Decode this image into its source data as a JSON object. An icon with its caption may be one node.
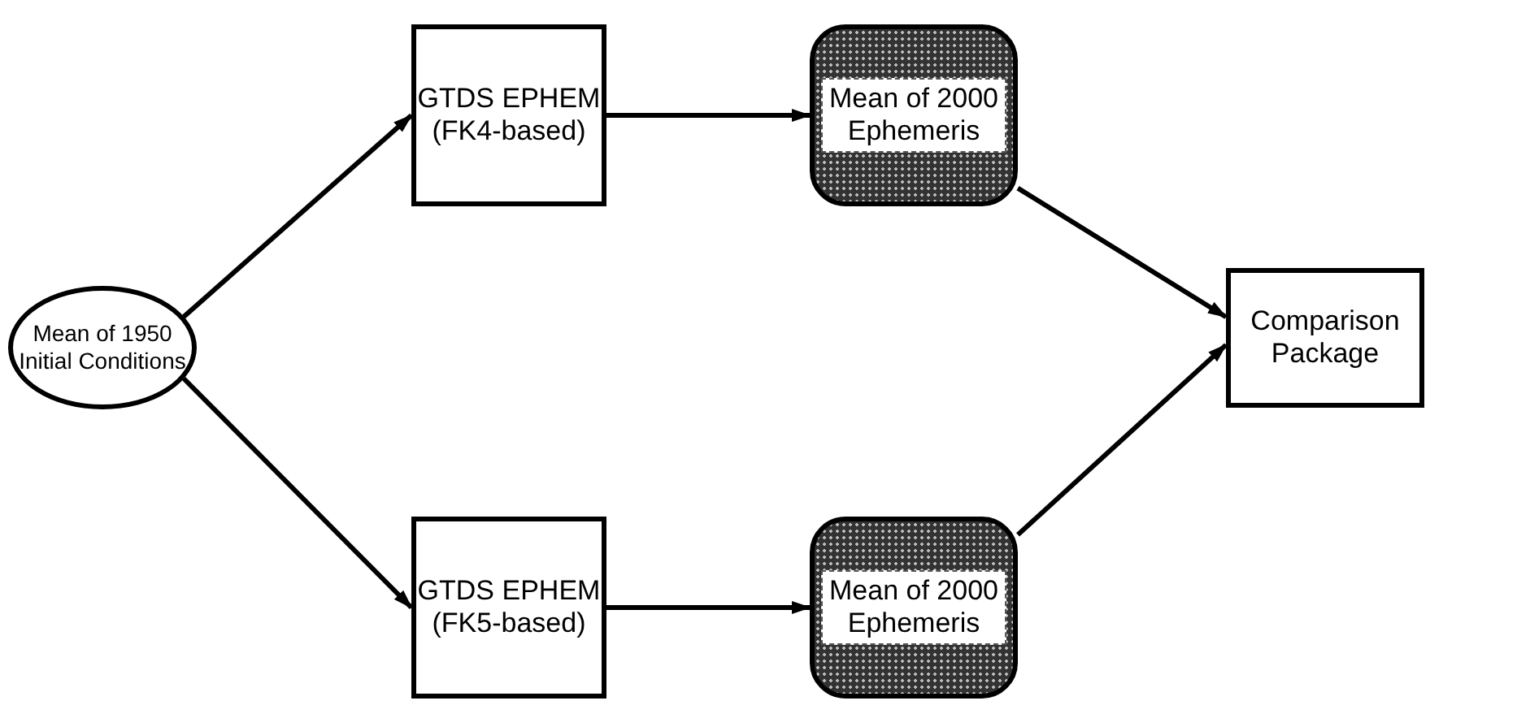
{
  "diagram": {
    "nodes": [
      {
        "text": [
          "Mean of 1950 Initial Conditions"
        ]
      },
      {
        "text": [
          "GTDS EPHEM",
          "(FK4-based)"
        ]
      },
      {
        "text": [
          "Mean of 2000 Ephemeris"
        ]
      },
      {
        "text": [
          "GTDS EPHEM",
          "(FK5-based)"
        ]
      },
      {
        "text": [
          "Mean of 2000 Ephemeris"
        ]
      },
      {
        "text": [
          "Comparison Package"
        ]
      }
    ],
    "edges": [
      {
        "from": 0,
        "to": 1,
        "arrow": "to"
      },
      {
        "from": 0,
        "to": 3,
        "arrow": "to"
      },
      {
        "from": 1,
        "to": 2,
        "arrow": "to"
      },
      {
        "from": 3,
        "to": 4,
        "arrow": "to"
      },
      {
        "from": 2,
        "to": 5,
        "arrow": "to"
      },
      {
        "from": 4,
        "to": 5,
        "arrow": "to"
      }
    ]
  }
}
